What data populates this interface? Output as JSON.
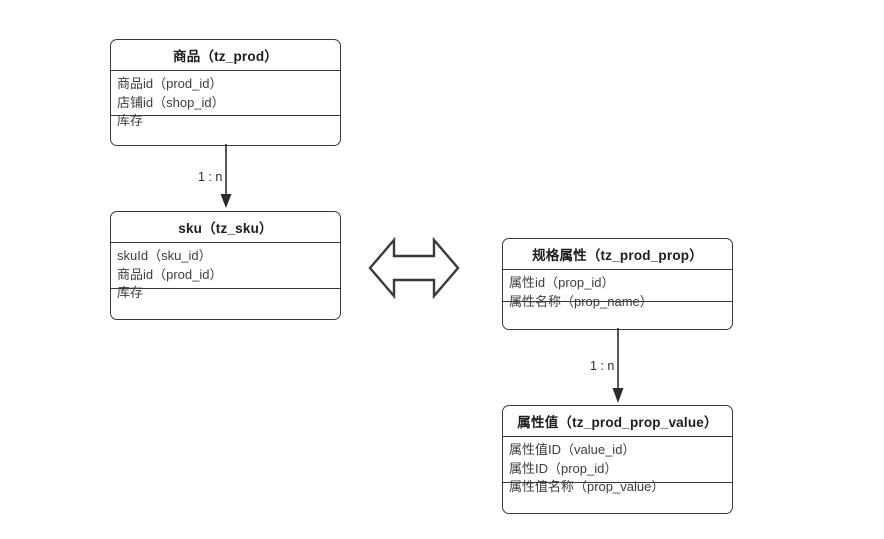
{
  "diagram": {
    "type": "entity-relationship-diagram",
    "background": "#ffffff",
    "line_color": "#3a3a3a",
    "text_color": "#3d3d3d",
    "title_color": "#1c1c1c"
  },
  "entities": [
    {
      "id": "tz_prod",
      "title": "商品（tz_prod）",
      "attributes": [
        "商品id（prod_id）",
        "店铺id（shop_id）",
        "库存"
      ],
      "footer": ""
    },
    {
      "id": "tz_sku",
      "title": "sku（tz_sku）",
      "attributes": [
        "skuId（sku_id）",
        "商品id（prod_id）",
        "库存"
      ],
      "footer": ""
    },
    {
      "id": "tz_prod_prop",
      "title": "规格属性（tz_prod_prop）",
      "attributes": [
        "属性id（prop_id）",
        "属性名称（prop_name）"
      ],
      "footer": ""
    },
    {
      "id": "tz_prod_prop_value",
      "title": "属性值（tz_prod_prop_value）",
      "attributes": [
        "属性值ID（value_id）",
        "属性ID（prop_id）",
        "属性值名称（prop_value）"
      ],
      "footer": ""
    }
  ],
  "connectors": [
    {
      "id": "prod-to-sku",
      "from": "tz_prod",
      "to": "tz_sku",
      "label": "1 : n",
      "style": "arrow-down"
    },
    {
      "id": "prop-to-prop-value",
      "from": "tz_prod_prop",
      "to": "tz_prod_prop_value",
      "label": "1 : n",
      "style": "arrow-down"
    }
  ],
  "symbols": [
    {
      "id": "double-arrow",
      "name": "double-headed-arrow",
      "meaning": "relationship between sku group and property group"
    }
  ]
}
